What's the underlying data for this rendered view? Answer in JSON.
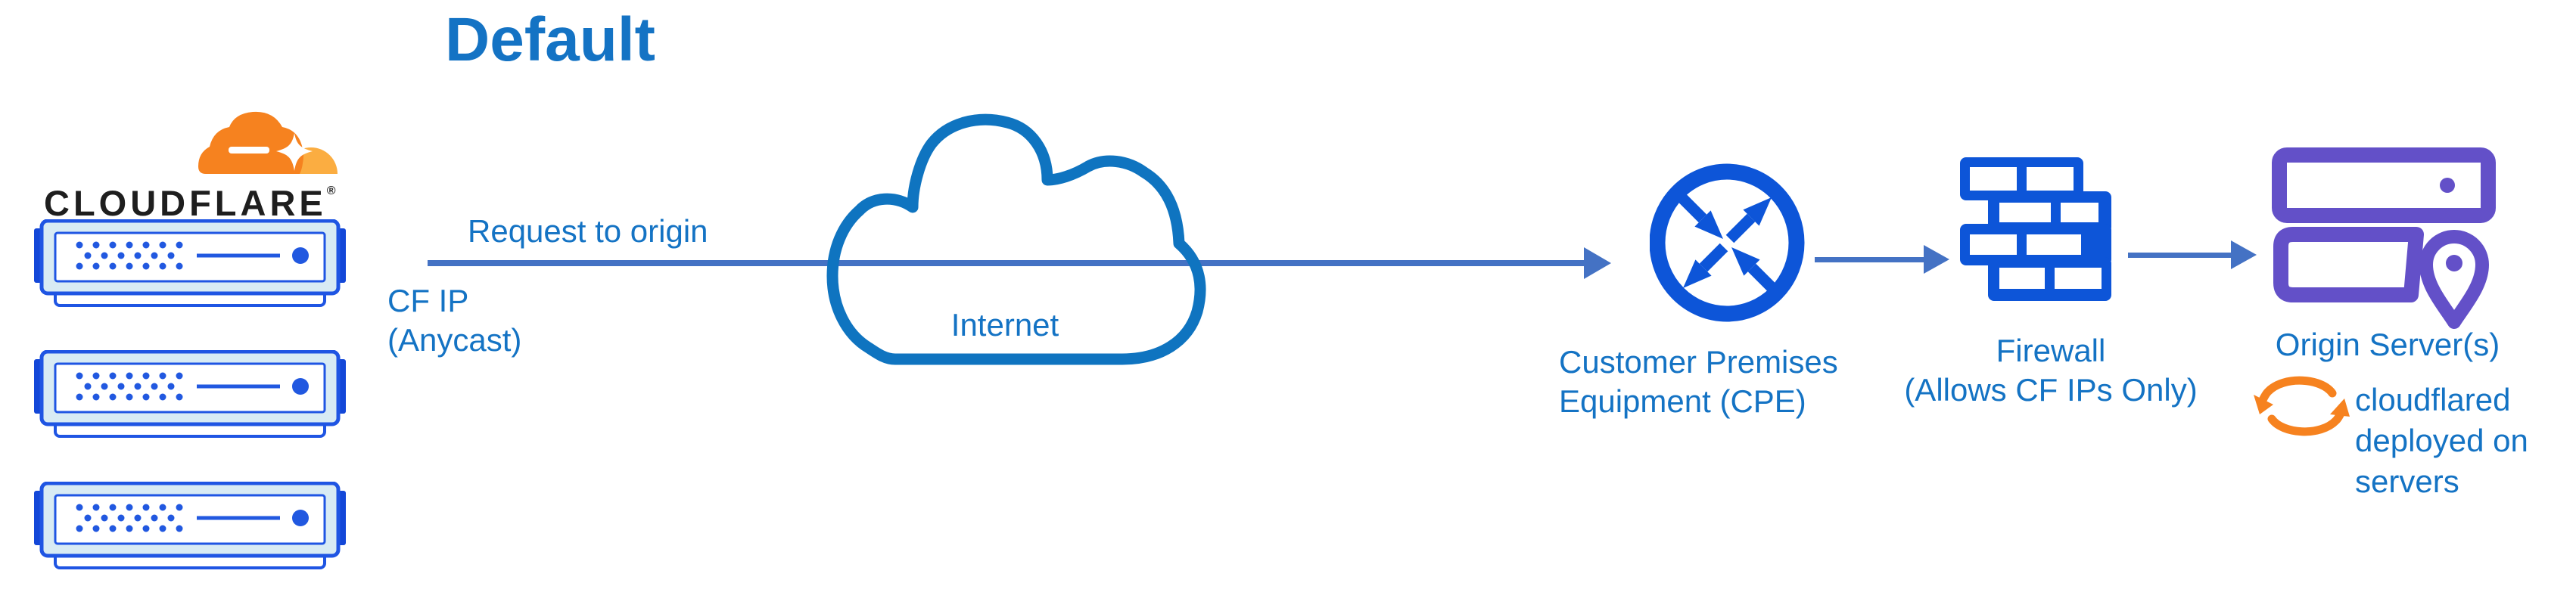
{
  "title": "Default",
  "cloudflare_edge": {
    "brand": "CLOUDFLARE",
    "registered_mark": "®",
    "server_count": 3
  },
  "flow": {
    "request_label": "Request to origin",
    "source_ip_line1": "CF IP",
    "source_ip_line2": "(Anycast)"
  },
  "internet": {
    "label": "Internet"
  },
  "cpe": {
    "label_line1": "Customer Premises",
    "label_line2": "Equipment (CPE)"
  },
  "firewall": {
    "label_line1": "Firewall",
    "label_line2": "(Allows CF IPs Only)"
  },
  "origin": {
    "label": "Origin Server(s)",
    "note_line1": "cloudflared",
    "note_line2": "deployed on",
    "note_line3": "servers"
  },
  "icons": {
    "logo": "cloudflare-cloud-logo",
    "edge": "edge-server-icon",
    "internet": "internet-cloud-icon",
    "cpe": "router-crossed-arrows-icon",
    "firewall": "firewall-brick-icon",
    "origin": "origin-servers-icon",
    "pin": "location-pin-icon",
    "sync": "sync-arrows-icon",
    "connector": "arrow-right-icon"
  },
  "colors": {
    "bg": "#FFFFFF",
    "text_blue": "#1473C4",
    "connector_blue": "#4472C4",
    "icon_blue": "#0D55D8",
    "cloud_blue": "#0F74C0",
    "server_border": "#1F55E3",
    "server_fill": "#D8EBF4",
    "server_tab": "#1347D8",
    "server_detail": "#2158E0",
    "purple": "#6350C8",
    "orange": "#F6821F",
    "orange_light": "#FBAD41",
    "wordmark_black": "#1E1E1E"
  }
}
